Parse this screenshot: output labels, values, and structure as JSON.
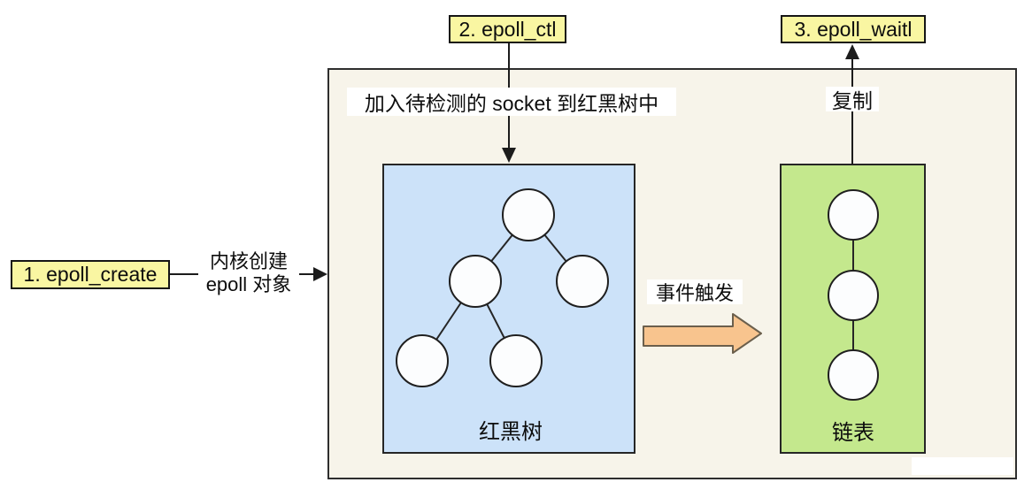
{
  "diagram": {
    "steps": [
      {
        "label": "1. epoll_create"
      },
      {
        "label": "2. epoll_ctl"
      },
      {
        "label": "3. epoll_waitl"
      }
    ],
    "annotations": {
      "kernel_create_line1": "内核创建",
      "kernel_create_line2": "epoll 对象",
      "add_socket": "加入待检测的 socket 到红黑树中",
      "copy": "复制",
      "event_trigger": "事件触发"
    },
    "rbtree": {
      "label": "红黑树",
      "node_count": 5
    },
    "linked_list": {
      "label": "链表",
      "node_count": 3
    },
    "colors": {
      "step_label_bg": "#f9f6a2",
      "container_bg": "#f7f4ea",
      "rbtree_bg": "#cce2f9",
      "linked_list_bg": "#c4e88d",
      "event_arrow_fill": "#f8c48e",
      "line": "#1c1c1c"
    }
  }
}
